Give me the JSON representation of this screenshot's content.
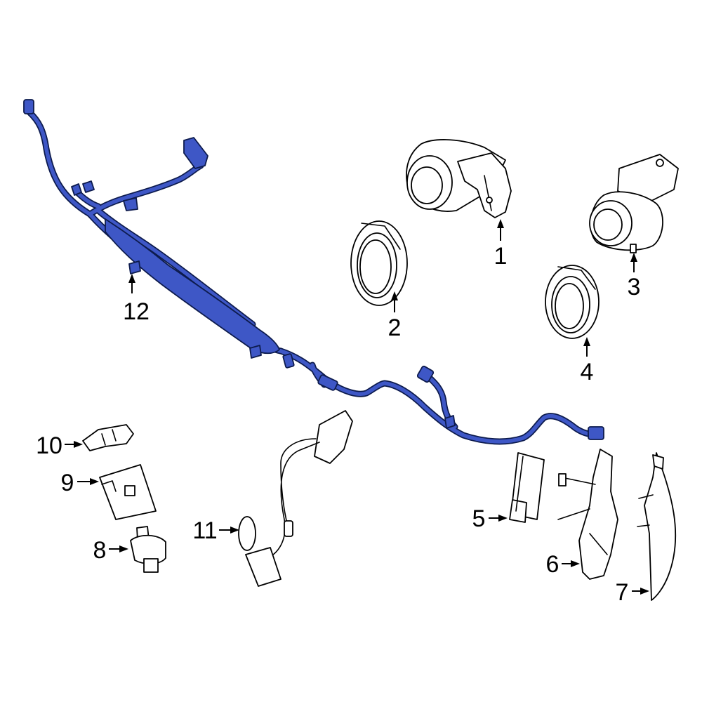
{
  "colors": {
    "harness_fill": "#3e57c6",
    "harness_outline": "#0d1b4d",
    "part_outline": "#000000",
    "background": "#ffffff"
  },
  "callouts": [
    {
      "id": "1",
      "label": "1"
    },
    {
      "id": "2",
      "label": "2"
    },
    {
      "id": "3",
      "label": "3"
    },
    {
      "id": "4",
      "label": "4"
    },
    {
      "id": "5",
      "label": "5"
    },
    {
      "id": "6",
      "label": "6"
    },
    {
      "id": "7",
      "label": "7"
    },
    {
      "id": "8",
      "label": "8"
    },
    {
      "id": "9",
      "label": "9"
    },
    {
      "id": "10",
      "label": "10"
    },
    {
      "id": "11",
      "label": "11"
    },
    {
      "id": "12",
      "label": "12"
    }
  ],
  "highlighted_part": "12"
}
